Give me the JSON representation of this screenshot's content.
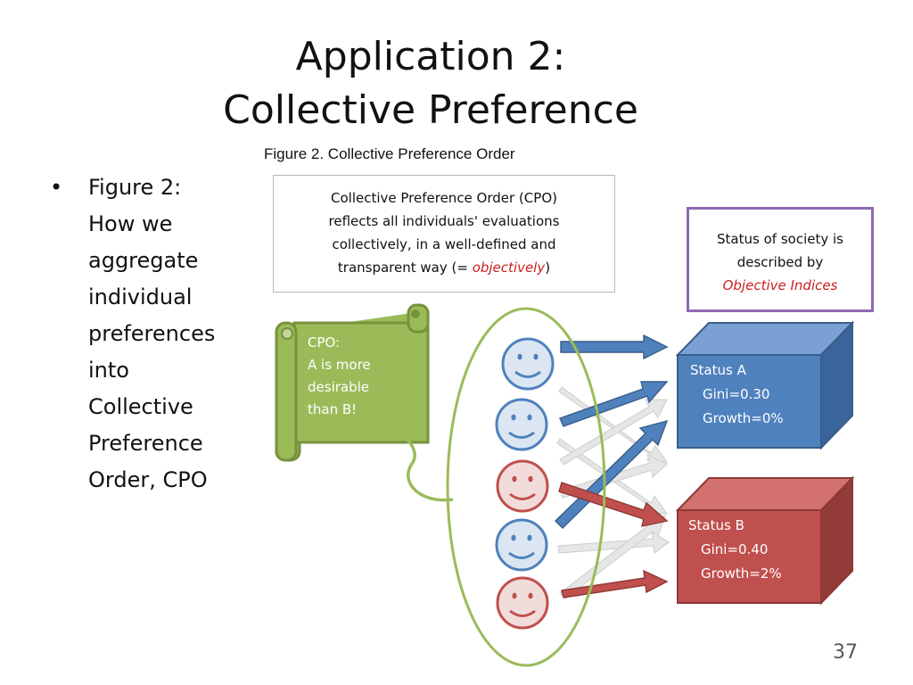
{
  "slide": {
    "title_line1": "Application 2:",
    "title_line2": "Collective Preference",
    "figure_caption": "Figure 2. Collective Preference Order",
    "bullet_symbol": "•",
    "bullet_text": "Figure 2:\nHow we\naggregate\nindividual\npreferences\ninto\nCollective\nPreference\nOrder, CPO",
    "page_number": "37"
  },
  "diagram": {
    "cpo_box": {
      "line1": "Collective Preference Order (CPO)",
      "line2": "reflects all individuals'  evaluations",
      "line3": "collectively, in a well-defined and",
      "line4_prefix": "transparent  way (= ",
      "line4_emphasis": "objectively",
      "line4_suffix": ")"
    },
    "status_box": {
      "line1": "Status of society is",
      "line2": "described by",
      "line3": "Objective  Indices"
    },
    "scroll": {
      "text": "CPO:\nA is more\ndesirable\nthan B!"
    },
    "status_a": {
      "label": "Status A",
      "gini": "Gini=0.30",
      "growth": "Growth=0%"
    },
    "status_b": {
      "label": "Status B",
      "gini": "Gini=0.40",
      "growth": "Growth=2%"
    },
    "faces": [
      "happy-blue",
      "happy-blue",
      "happy-red",
      "happy-blue",
      "happy-red"
    ],
    "colors": {
      "blue": "#4f81bd",
      "red": "#c0504d",
      "green": "#9bbb59",
      "purple": "#8064a2",
      "face_blue_fill": "#dce6f2",
      "face_red_fill": "#f2dcdb",
      "ghost_arrow": "#e3e3e3"
    }
  }
}
